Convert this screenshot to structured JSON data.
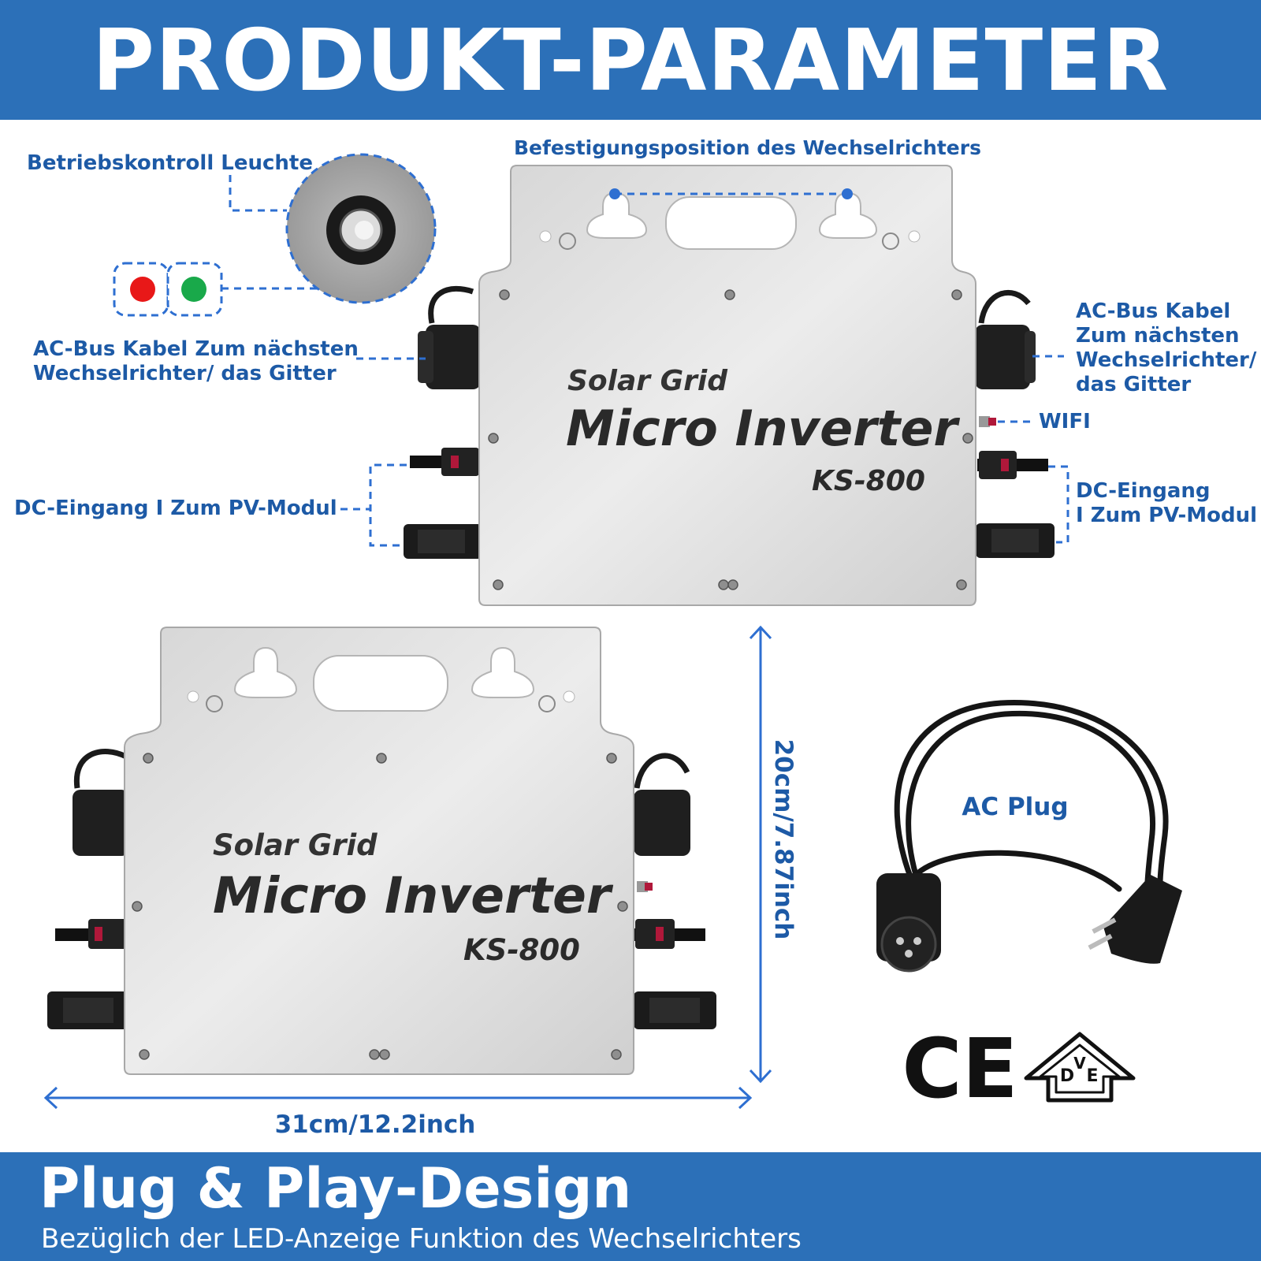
{
  "header": {
    "title": "PRODUKT-PARAMETER"
  },
  "callouts": {
    "status_light": "Betriebskontroll Leuchte",
    "mounting_position": "Befestigungsposition des Wechselrichters",
    "ac_bus_left": [
      "AC-Bus Kabel Zum nächsten",
      "Wechselrichter/ das Gitter"
    ],
    "ac_bus_right": [
      "AC-Bus Kabel",
      "Zum nächsten",
      "Wechselrichter/",
      "das Gitter"
    ],
    "wifi": "WIFI",
    "dc_left": "DC-Eingang I Zum PV-Modul",
    "dc_right": [
      "DC-Eingang",
      "I Zum PV-Modul"
    ]
  },
  "device": {
    "brand": "Solar Grid",
    "product": "Micro Inverter",
    "model": "KS-800"
  },
  "dimensions": {
    "width": "31cm/12.2inch",
    "height": "20cm/7.87inch"
  },
  "accessory": {
    "label": "AC Plug"
  },
  "certifications": {
    "ce": "CE",
    "vde_letters": [
      "D",
      "V",
      "E"
    ]
  },
  "led_colors": {
    "red": "#e81818",
    "green": "#19a94a"
  },
  "footer": {
    "title": "Plug & Play-Design",
    "subtitle": "Bezüglich der LED-Anzeige Funktion des Wechselrichters"
  },
  "colors": {
    "accent": "#2c70b8",
    "label": "#1d5aa6"
  }
}
